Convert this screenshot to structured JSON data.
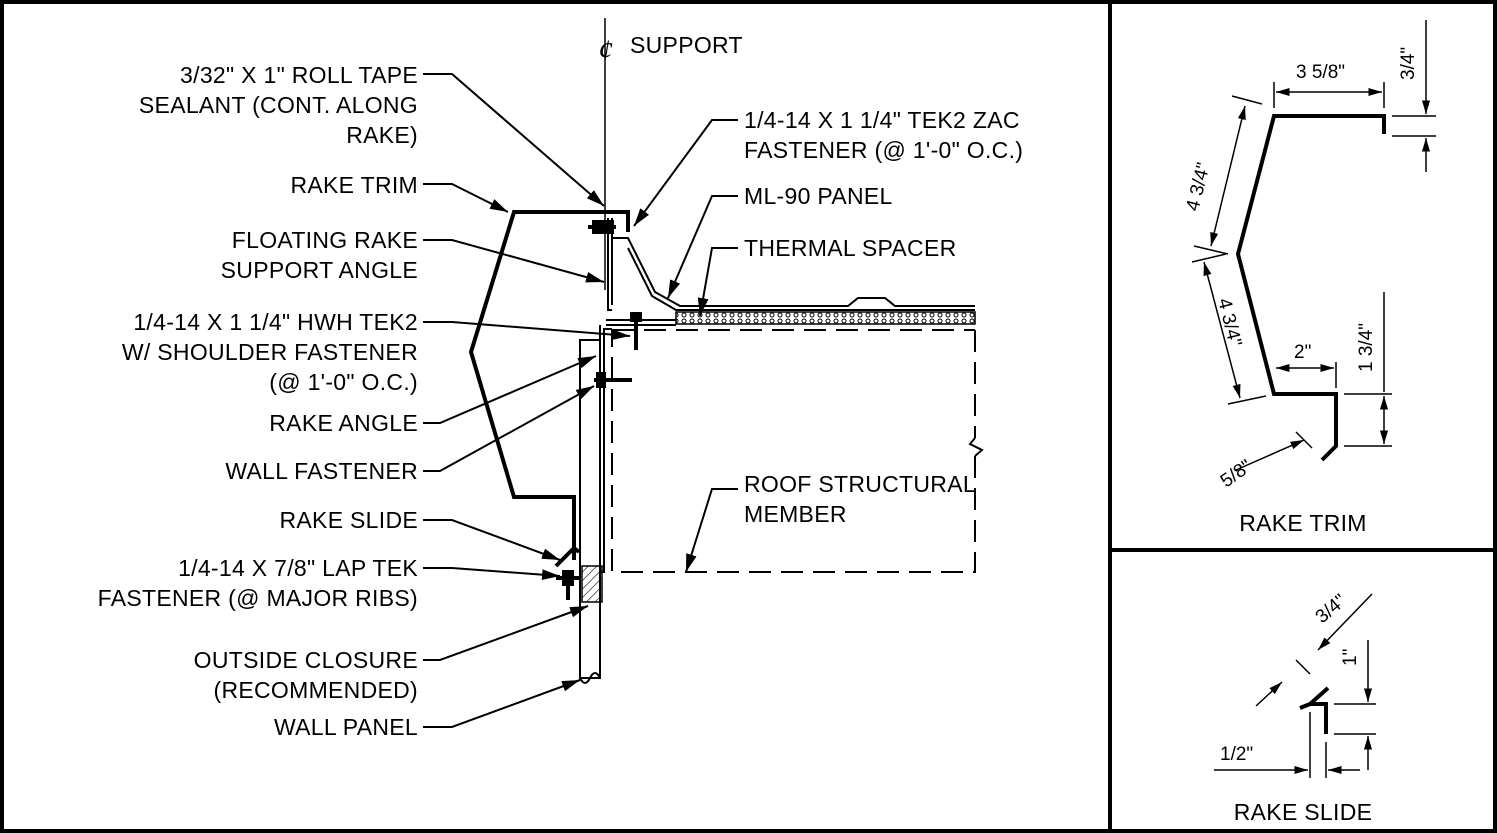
{
  "main_detail": {
    "centerline_label": "SUPPORT",
    "left_labels": [
      {
        "lines": [
          "3/32\" X 1\" ROLL TAPE",
          "SEALANT (CONT. ALONG",
          "RAKE)"
        ]
      },
      {
        "lines": [
          "RAKE TRIM"
        ]
      },
      {
        "lines": [
          "FLOATING RAKE",
          "SUPPORT ANGLE"
        ]
      },
      {
        "lines": [
          "1/4-14 X 1 1/4\" HWH TEK2",
          "W/ SHOULDER FASTENER",
          "(@ 1'-0\" O.C.)"
        ]
      },
      {
        "lines": [
          "RAKE ANGLE"
        ]
      },
      {
        "lines": [
          "WALL FASTENER"
        ]
      },
      {
        "lines": [
          "RAKE SLIDE"
        ]
      },
      {
        "lines": [
          "1/4-14 X 7/8\" LAP TEK",
          "FASTENER (@ MAJOR RIBS)"
        ]
      },
      {
        "lines": [
          "OUTSIDE CLOSURE",
          "(RECOMMENDED)"
        ]
      },
      {
        "lines": [
          "WALL PANEL"
        ]
      }
    ],
    "right_labels": [
      {
        "lines": [
          "1/4-14 X 1 1/4\" TEK2 ZAC",
          "FASTENER (@ 1'-0\" O.C.)"
        ]
      },
      {
        "lines": [
          "ML-90 PANEL"
        ]
      },
      {
        "lines": [
          "THERMAL SPACER"
        ]
      },
      {
        "lines": [
          "ROOF STRUCTURAL",
          "MEMBER"
        ]
      }
    ]
  },
  "rake_trim_detail": {
    "title": "RAKE TRIM",
    "dims": {
      "top_width": "3 5/8\"",
      "top_lip": "3/4\"",
      "upper_slope": "4 3/4\"",
      "lower_slope": "4 3/4\"",
      "bottom_width": "2\"",
      "right_height": "1 3/4\"",
      "hem": "5/8\""
    }
  },
  "rake_slide_detail": {
    "title": "RAKE SLIDE",
    "dims": {
      "slope": "3/4\"",
      "leg": "1\"",
      "width": "1/2\""
    }
  }
}
